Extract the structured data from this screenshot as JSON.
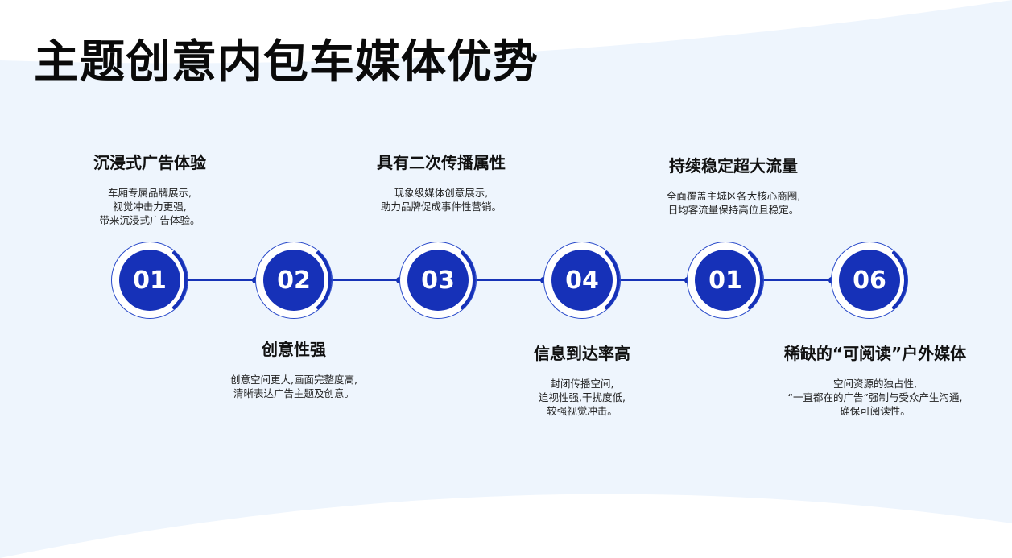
{
  "title": "主题创意内包车媒体优势",
  "steps": [
    {
      "num": "01",
      "heading": "沉浸式广告体验",
      "lines": [
        "车厢专属品牌展示,",
        "视觉冲击力更强,",
        "带来沉浸式广告体验。"
      ]
    },
    {
      "num": "02",
      "heading": "创意性强",
      "lines": [
        "创意空间更大,画面完整度高,",
        "清晰表达广告主题及创意。"
      ]
    },
    {
      "num": "03",
      "heading": "具有二次传播属性",
      "lines": [
        "现象级媒体创意展示,",
        "助力品牌促成事件性营销。"
      ]
    },
    {
      "num": "04",
      "heading": "信息到达率高",
      "lines": [
        "封闭传播空间,",
        "迫视性强,干扰度低,",
        "较强视觉冲击。"
      ]
    },
    {
      "num": "01",
      "heading": "持续稳定超大流量",
      "lines": [
        "全面覆盖主城区各大核心商圈,",
        "日均客流量保持高位且稳定。"
      ]
    },
    {
      "num": "06",
      "heading": "稀缺的“可阅读”户外媒体",
      "lines": [
        "空间资源的独占性,",
        "“一直都在的广告”强制与受众产生沟通,",
        "确保可阅读性。"
      ]
    }
  ],
  "colors": {
    "accent": "#1631b8",
    "background": "#eef5fd"
  }
}
